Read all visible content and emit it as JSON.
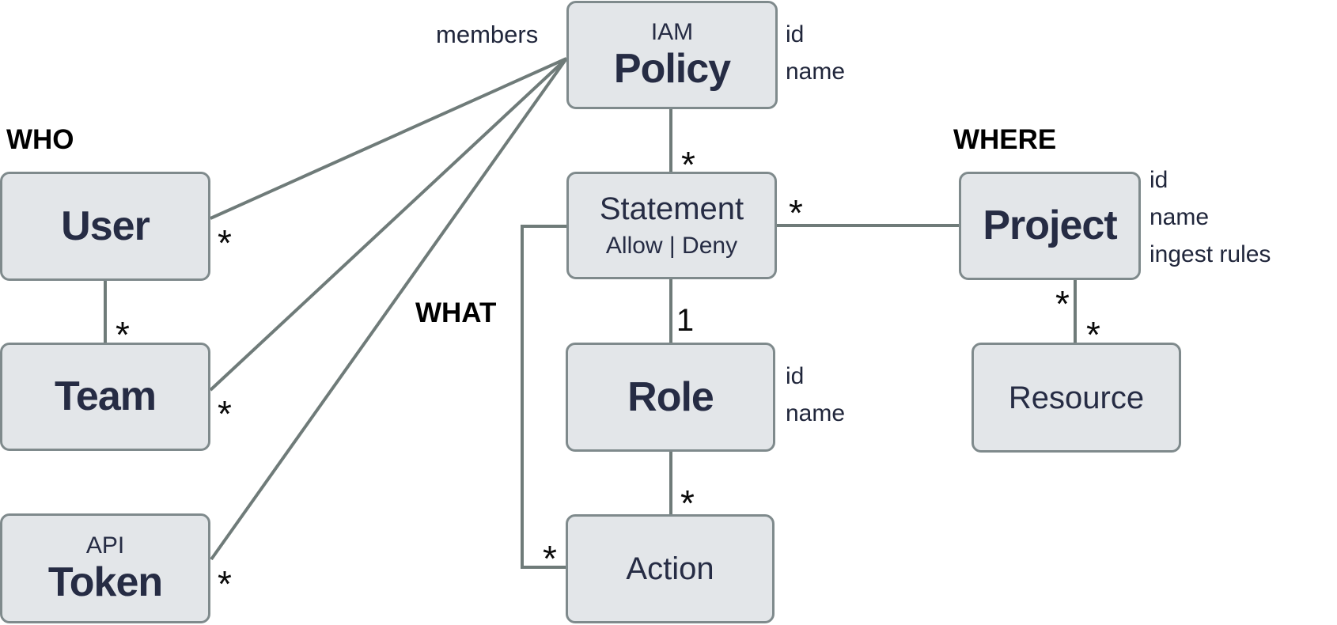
{
  "diagram": {
    "colors": {
      "box_fill": "#e3e6e9",
      "box_border": "#7f8a8c",
      "connector_line": "#6f7b79",
      "title_text": "#262c44",
      "label_text": "#20263b",
      "group_label_text": "#000000"
    },
    "groups": {
      "who": "WHO",
      "what": "WHAT",
      "where": "WHERE"
    },
    "nodes": {
      "policy": {
        "pretitle": "IAM",
        "title": "Policy",
        "attributes": [
          "id",
          "name"
        ]
      },
      "user": {
        "title": "User"
      },
      "team": {
        "title": "Team"
      },
      "token": {
        "pretitle": "API",
        "title": "Token"
      },
      "statement": {
        "title": "Statement",
        "subtitle": "Allow | Deny"
      },
      "role": {
        "title": "Role",
        "attributes": [
          "id",
          "name"
        ]
      },
      "action": {
        "title": "Action"
      },
      "project": {
        "title": "Project",
        "attributes": [
          "id",
          "name",
          "ingest rules"
        ]
      },
      "resource": {
        "title": "Resource"
      }
    },
    "edges": {
      "policy_members": {
        "label": "members"
      },
      "user_policy": {
        "label": "*"
      },
      "team_policy": {
        "label": "*"
      },
      "token_policy": {
        "label": "*"
      },
      "user_team": {
        "label": "*"
      },
      "policy_statement": {
        "label": "*"
      },
      "statement_role": {
        "label": "1"
      },
      "role_action": {
        "label": "*"
      },
      "statement_action": {
        "label": "*"
      },
      "statement_project": {
        "label": "*"
      },
      "project_resource": {
        "label_project_end": "*",
        "label_resource_end": "*"
      }
    }
  }
}
